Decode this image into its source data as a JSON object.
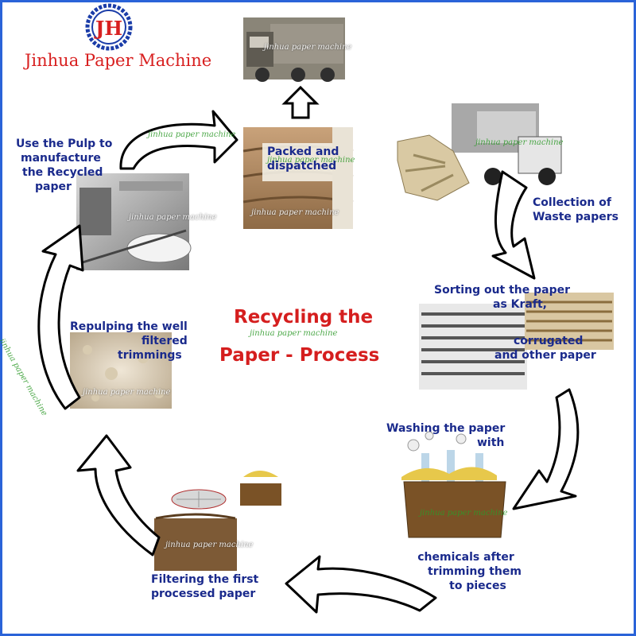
{
  "logo": {
    "initials": "JH",
    "brand": "Jinhua Paper Machine"
  },
  "title": {
    "line1": "Recycling the",
    "line2": "Paper -   Process"
  },
  "watermark": "jinhua paper machine",
  "steps": {
    "pulp": [
      "Use the Pulp to",
      "manufacture",
      "the Recycled",
      "paper"
    ],
    "packed": [
      "Packed and",
      "dispatched"
    ],
    "collection": [
      "Collection of",
      "Waste papers"
    ],
    "sorting": [
      "Sorting out the paper",
      "as Kraft,",
      "corrugated",
      "and other paper"
    ],
    "washing_top": [
      "Washing the paper",
      "with"
    ],
    "washing_bottom": [
      "chemicals after",
      "trimming them",
      "to pieces"
    ],
    "filtering": [
      "Filtering the first",
      "processed paper"
    ],
    "repulping": [
      "Repulping the well",
      "filtered",
      "trimmings"
    ]
  },
  "colors": {
    "frame": "#2a63d8",
    "label": "#1a2a8c",
    "title": "#d51e1e",
    "brand": "#d82020",
    "watermark": "#2e9a2a"
  }
}
